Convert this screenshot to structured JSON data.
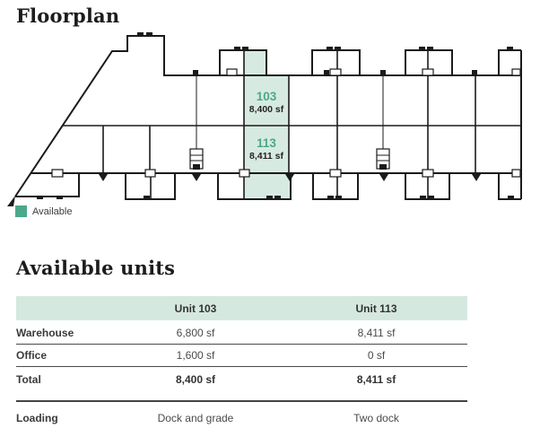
{
  "page": {
    "background": "#ffffff"
  },
  "floorplan": {
    "title": "Floorplan",
    "legend": {
      "label": "Available"
    },
    "units": [
      {
        "number": "103",
        "size": "8,400 sf"
      },
      {
        "number": "113",
        "size": "8,411 sf"
      }
    ],
    "colors": {
      "accent_green": "#4aa98b",
      "highlight_fill": "#d7eae1",
      "line": "#1b1b1b",
      "table_header_bg": "#d5e8df"
    }
  },
  "available_units": {
    "title": "Available units",
    "table": {
      "columns": [
        "",
        "Unit 103",
        "Unit 113"
      ],
      "rows": [
        {
          "label": "Warehouse",
          "values": [
            "6,800 sf",
            "8,411 sf"
          ]
        },
        {
          "label": "Office",
          "values": [
            "1,600 sf",
            "0 sf"
          ]
        },
        {
          "label": "Total",
          "values": [
            "8,400 sf",
            "8,411 sf"
          ]
        },
        {
          "label": "Loading",
          "values": [
            "Dock and grade",
            "Two dock"
          ]
        }
      ]
    }
  }
}
